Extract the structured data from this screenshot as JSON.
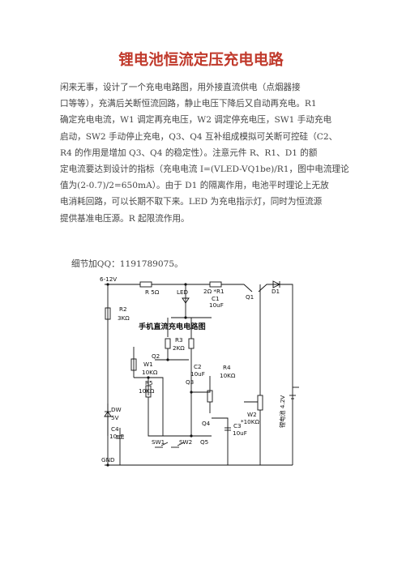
{
  "document": {
    "title": "锂电池恒流定压充电电路",
    "paragraph_lines": [
      "闲来无事，设计了一个充电电路图，用外接直流供电（点烟器接",
      "口等等），充满后关断恒流回路，静止电压下降后又自动再充电。R1",
      "确定充电电流，W1 调定再充电压，W2 调定停充电压，SW1 手动充电",
      "启动，SW2 手动停止充电，Q3、Q4 互补组成模拟可关断可控硅（C2、",
      "R4 的作用是增加 Q3、Q4 的稳定性）。注意元件 R、R1、D1 的额",
      "定电流要达到设计的指标（充电电流 I=(VLED-VQ1be)/R1，图中电流理论",
      "值为(2-0.7)/2=650mA）。由于 D1 的隔离作用，电池平时理论上无放",
      "电消耗回路，可以长期不取下来。LED 为充电指示灯，同时为恒流源",
      "提供基准电压源。R 起限流作用。"
    ],
    "contact": "细节加QQ：1191789075。"
  },
  "diagram": {
    "title": "手机直流充电电路图",
    "labels": {
      "vin": "6-12V",
      "r": "R 5Ω",
      "led": "LED",
      "r1": "2Ω *R1",
      "c1": "C1",
      "c1v": "10uF",
      "q1": "Q1",
      "d1": "D1",
      "r2": "R2",
      "r2v": "3KΩ",
      "r3": "R3",
      "r3v": "2KΩ",
      "q2": "Q2",
      "w1": "W1",
      "w1v": "10KΩ",
      "r5": "R5",
      "r5v": "10KΩ",
      "c2": "C2",
      "c2v": "10uF",
      "q3": "Q3",
      "r4": "R4",
      "r4v": "10KΩ",
      "w2": "W2",
      "w2v": "*10KΩ",
      "battery": "锂电池 4.2V",
      "dw": "DW",
      "dwv": "5V",
      "c4": "C4",
      "c4v": "10uF",
      "q4": "Q4",
      "c3": "C3",
      "c3v": "10uF",
      "sw1": "SW1",
      "sw2": "SW2",
      "q5": "Q5",
      "gnd": "GND"
    }
  }
}
